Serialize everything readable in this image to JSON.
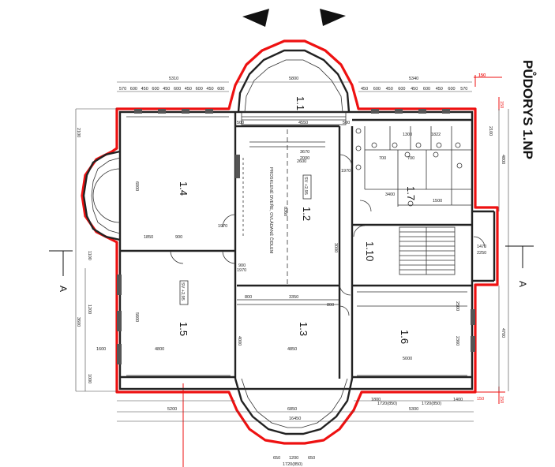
{
  "title": "PŮDORYS 1.NP",
  "rooms": {
    "r1_1": "1.1",
    "r1_2": "1.2",
    "r1_3": "1.3",
    "r1_4": "1.4",
    "r1_5": "1.5",
    "r1_6": "1.6",
    "r1_7": "1.7",
    "r1_10": "1.10"
  },
  "section_mark": "A",
  "level_labels": {
    "sv_hall": "SV +2,95",
    "sv_left": "SV +2,95"
  },
  "corridor_note": "PROSKLENÉ DVEŘE, OVLÁDANÉ ČIDLEM",
  "red_marks": {
    "top_right": "150",
    "right_upper": "150",
    "bottom_right": "150",
    "right_lower": "150"
  },
  "dims": {
    "top_left": "5310",
    "top_center": "5800",
    "top_right": "5340",
    "top_l_segments": [
      "570",
      "600",
      "450",
      "600",
      "450",
      "600",
      "450",
      "600",
      "450",
      "600"
    ],
    "top_r_segments": [
      "450",
      "600",
      "450",
      "600",
      "450",
      "600",
      "450",
      "600",
      "570"
    ],
    "entry_top": "4550",
    "entry_l": "500",
    "entry_r": "500",
    "hall_w": "3670",
    "hall_w2": "2000",
    "left_h": "2100",
    "left_tall": "6000",
    "center_tall": "8360",
    "d1850": "1850",
    "d900a": "900",
    "d900b": "900",
    "d800a": "800",
    "d800b": "800",
    "d3350": "3350",
    "bottom_left_room": "4800",
    "bottom_center_room": "4850",
    "bottom_right_room": "5000",
    "bottom_total_l": "5200",
    "bottom_total_c": "6850",
    "bottom_total_r": "5300",
    "bottom_overall": "16450",
    "bottom_apse": "1200",
    "bottom_apse_l": "650",
    "bottom_apse_r": "650",
    "bottom_apse_sub": "1720(850)",
    "right_h1": "4800",
    "right_h2": "4700",
    "right_h3": "2100",
    "d1300": "1300",
    "d1822": "1822",
    "d3400": "3400",
    "d1500": "1500",
    "d700a": "700",
    "d700b": "700",
    "d1970a": "1970",
    "d1970b": "1970",
    "d1970c": "1970",
    "d1470": "1470",
    "d2250": "2250",
    "d5600": "5600",
    "d1100": "1100",
    "d1720a": "1720(850)",
    "d1720b": "1720(850)",
    "d1200": "1200",
    "d1000": "1000",
    "d1600": "1600",
    "d3600": "3600",
    "d2600": "2600",
    "d1800": "1800",
    "d1400": "1400",
    "d3000": "3000",
    "d2500": "2500",
    "d2360": "2360",
    "d4000": "4000"
  },
  "colors": {
    "outline_red": "#e11e1e",
    "wall": "#222222"
  }
}
